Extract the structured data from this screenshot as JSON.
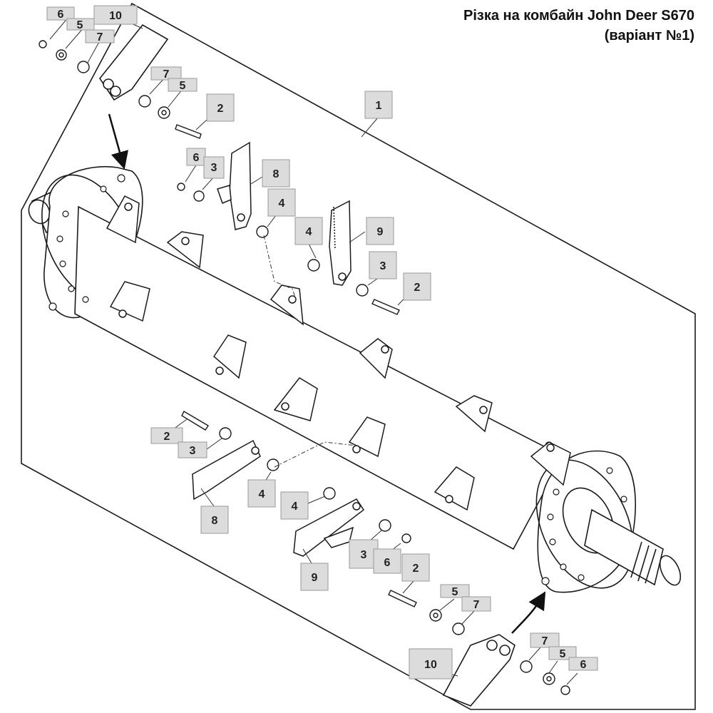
{
  "title": {
    "line1": "Різка на комбайн John Deer S670",
    "line2": "(варіант №1)"
  },
  "callouts": {
    "c1": "1",
    "c2a": "2",
    "c2b": "2",
    "c2c": "2",
    "c2d": "2",
    "c3a": "3",
    "c3b": "3",
    "c3c": "3",
    "c3d": "3",
    "c4a": "4",
    "c4b": "4",
    "c4c": "4",
    "c4d": "4",
    "c5a": "5",
    "c5b": "5",
    "c5c": "5",
    "c5d": "5",
    "c6a": "6",
    "c6b": "6",
    "c6c": "6",
    "c6d": "6",
    "c7a": "7",
    "c7b": "7",
    "c7c": "7",
    "c7d": "7",
    "c8a": "8",
    "c8b": "8",
    "c9a": "9",
    "c9b": "9",
    "c10a": "10",
    "c10b": "10"
  },
  "colors": {
    "line": "#1a1a1a",
    "label_fill": "#dcdcdc",
    "label_stroke": "#9a9a9a"
  }
}
